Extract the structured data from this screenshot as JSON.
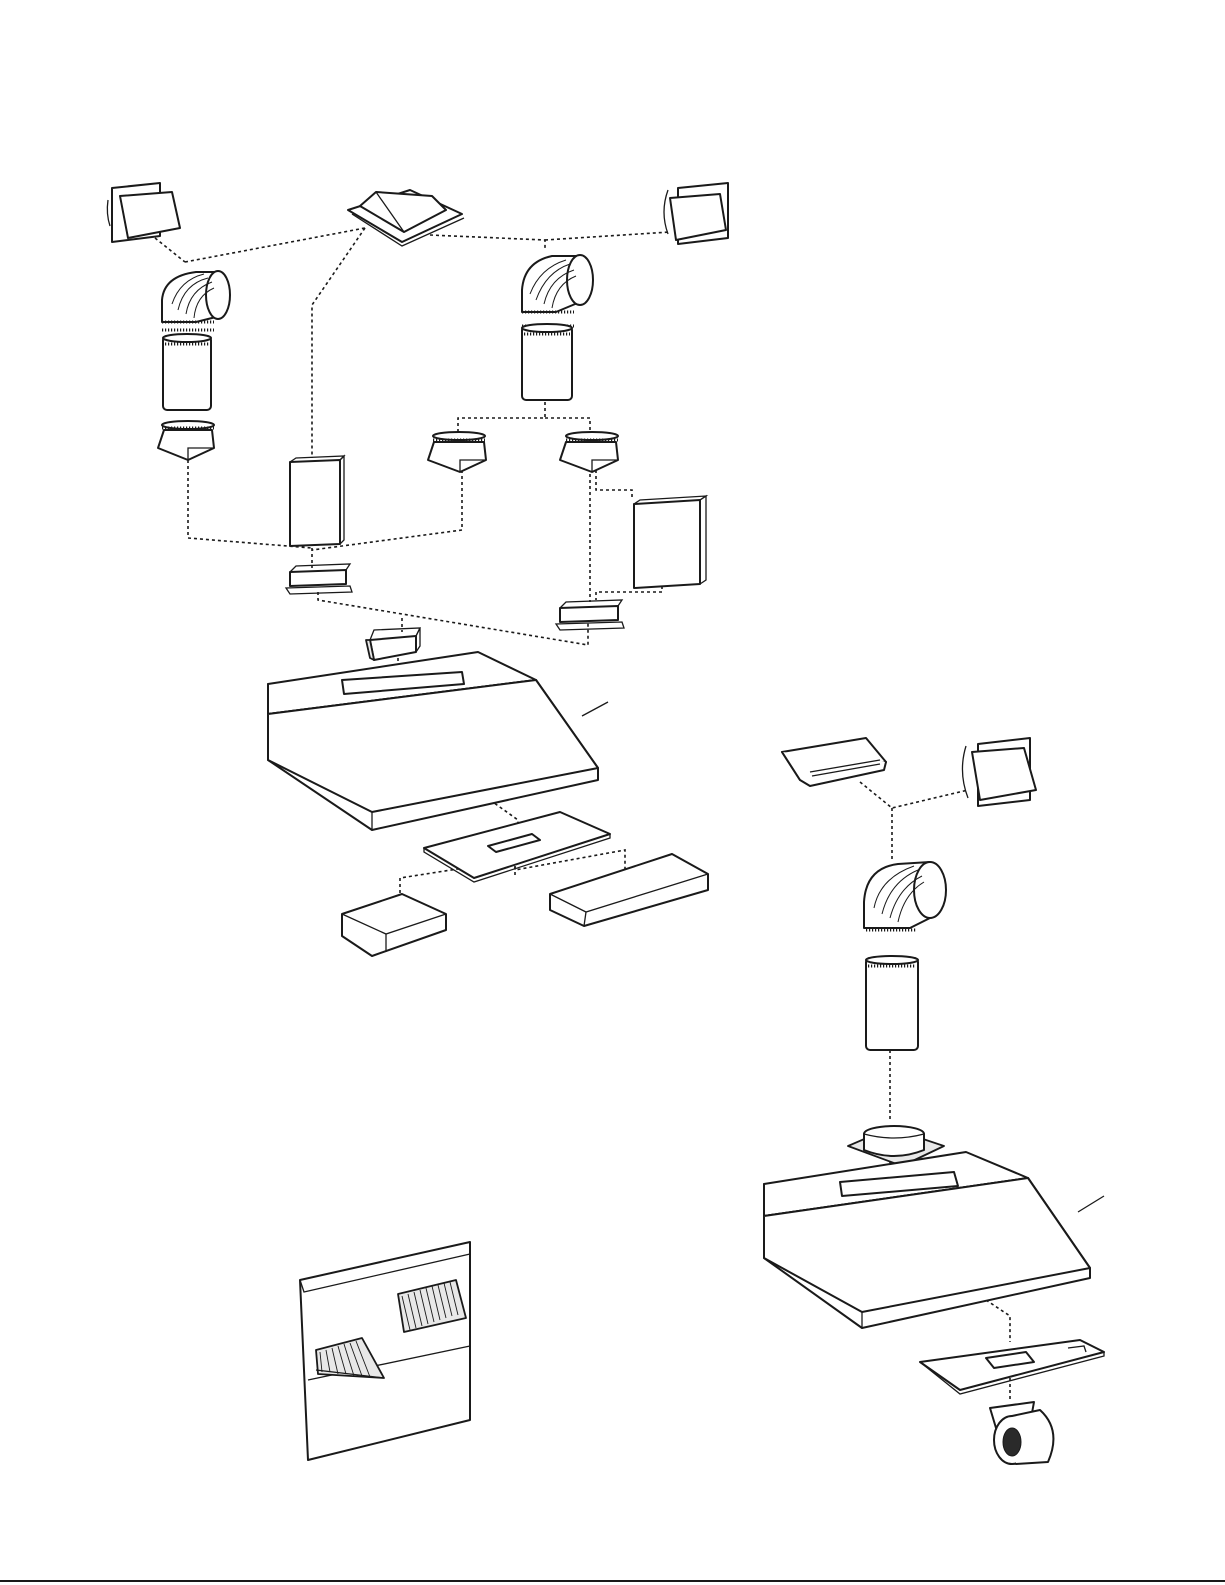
{
  "figure": {
    "type": "exploded-parts-diagram",
    "line_color": "#1a1a1a",
    "background": "#ffffff",
    "assemblies": [
      {
        "name": "ducted-range-hood-with-duct-options"
      },
      {
        "name": "range-hood-with-round-duct-adapter-and-blower"
      },
      {
        "name": "hood-rear-panel-with-filters"
      }
    ]
  }
}
